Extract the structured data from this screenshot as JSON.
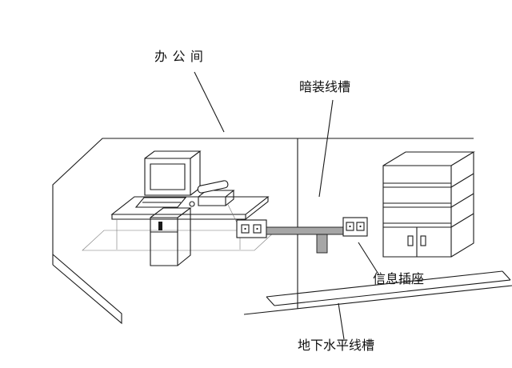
{
  "labels": {
    "office": "办 公 间",
    "concealed_duct": "暗装线槽",
    "info_socket": "信息插座",
    "underground_duct": "地下水平线槽"
  },
  "colors": {
    "background": "#ffffff",
    "line": "#1a1a1a",
    "duct_fill": "#a6a6a6"
  }
}
